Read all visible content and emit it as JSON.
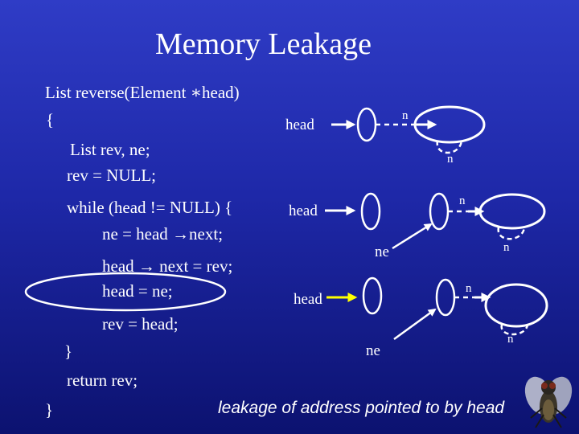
{
  "title": "Memory Leakage",
  "code": {
    "line1": "List reverse(Element ∗head)",
    "open_brace": "{",
    "line2": "List rev, ne;",
    "line3": "rev = NULL;",
    "line4": "while (head != NULL) {",
    "line5": "ne = head →next;",
    "line6": "head → next = rev;",
    "line7": "head = ne;",
    "line8": "rev = head;",
    "inner_close": "}",
    "line9": "return rev;",
    "outer_close": "}"
  },
  "diagram": {
    "head_label": "head",
    "ne_label": "ne",
    "next_label": "n"
  },
  "note": "leakage of address pointed to by head",
  "colors": {
    "background_top": "#2f3cc6",
    "background_bottom": "#0c1270",
    "text": "#ffffff",
    "highlight_arrow": "#ffff00"
  }
}
